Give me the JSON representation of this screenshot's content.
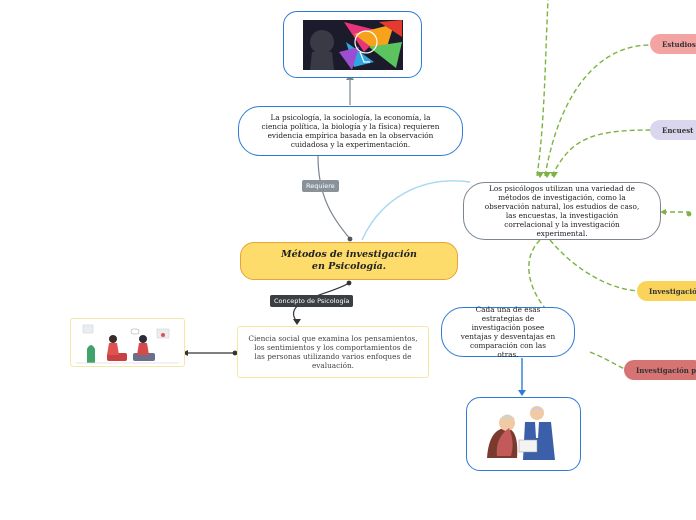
{
  "central": {
    "text": "Métodos de investigación en Psicología."
  },
  "top_note": {
    "text": "La psicología, la sociología, la economía, la ciencia política, la biología y la física) requieren evidencia empírica basada en la observación cuidadosa y la experimentación."
  },
  "tag_requiere": {
    "text": "Requiere"
  },
  "tag_concepto": {
    "text": "Concepto de Psicología"
  },
  "concept": {
    "text": "Ciencia social que examina los pensamientos, los sentimientos y los comportamientos de las personas utilizando varios enfoques de evaluación."
  },
  "methods": {
    "text": "Los psicólogos utilizan una variedad de métodos de investigación, como la observación natural, los estudios de caso, las encuestas, la investigación correlacional y la investigación experimental."
  },
  "strategies": {
    "text": "Cada una de esas estrategias de investigación posee ventajas y desventajas en comparación con las otras."
  },
  "pills": {
    "estudios": "Estudios",
    "encuestas": "Encuest",
    "correlacional": "Investigació",
    "experimental": "Investigación p"
  },
  "colors": {
    "blue": "#2f7bd4",
    "green_dash": "#7cb342",
    "central_fill": "#fddc6b",
    "central_border": "#e8a33a",
    "pill_pink": "#f4a3a3",
    "pill_lavender": "#d9d6ee",
    "pill_yellow": "#f9d35a",
    "pill_red": "#d67474",
    "tag_gray": "#8a9299",
    "tag_dark": "#3a3f44"
  }
}
